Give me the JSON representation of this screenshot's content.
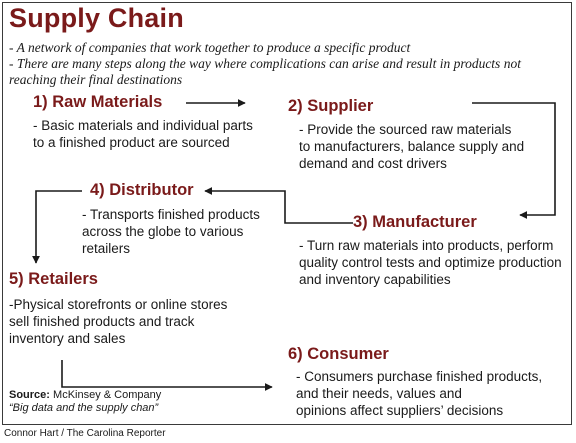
{
  "title": "Supply Chain",
  "intro": [
    "- A network of companies that work together to produce a specific product",
    "- There are many steps along the way where complications can arise and result in products not",
    "reaching their final destinations"
  ],
  "steps": [
    {
      "heading": "1) Raw Materials",
      "lines": [
        "- Basic materials and individual parts",
        "to a finished product are sourced"
      ]
    },
    {
      "heading": "2) Supplier",
      "lines": [
        "- Provide the sourced raw materials",
        "to manufacturers, balance supply and",
        "demand and cost drivers"
      ]
    },
    {
      "heading": "3) Manufacturer",
      "lines": [
        "- Turn raw materials into products, perform",
        "quality control tests and optimize production",
        "and inventory capabilities"
      ]
    },
    {
      "heading": "4) Distributor",
      "lines": [
        "- Transports finished products",
        "across the globe to various",
        "retailers"
      ]
    },
    {
      "heading": "5) Retailers",
      "lines": [
        "-Physical storefronts or online stores",
        "sell finished products and track",
        "inventory and sales"
      ]
    },
    {
      "heading": "6) Consumer",
      "lines": [
        "- Consumers purchase finished products,",
        "and their needs, values and",
        "opinions affect suppliers’ decisions"
      ]
    }
  ],
  "source": {
    "label": "Source:",
    "name": "McKinsey & Company",
    "publication": "“Big data and the supply chan”"
  },
  "credit": "Connor Hart / The Carolina Reporter",
  "colors": {
    "heading": "#7a1a1a",
    "text": "#1a1a1a",
    "border": "#3a3a3a"
  }
}
